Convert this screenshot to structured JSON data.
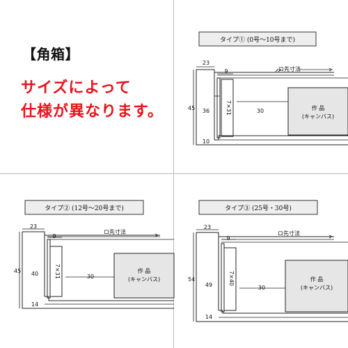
{
  "heading": {
    "title": "【角箱】",
    "line1": "サイズによって",
    "line2": "仕様が異なります。"
  },
  "panels": [
    {
      "id": "type1",
      "caption": "タイプ① (0号〜10号まで)",
      "labels": {
        "outer_width": "23",
        "inner_width": "9",
        "height": "45",
        "inner_height": "36",
        "spacer": "7×31",
        "gap": "30",
        "bottom": "10",
        "opening": "ロ先寸法",
        "artwork_line1": "作 品",
        "artwork_line2": "(キャンバス)"
      }
    },
    {
      "id": "type2",
      "caption": "タイプ② (12号〜20号まで)",
      "labels": {
        "outer_width": "23",
        "inner_width": "9",
        "height": "45",
        "inner_height": "40",
        "spacer": "7×31",
        "gap": "30",
        "bottom": "14",
        "opening": "ロ先寸法",
        "artwork_line1": "作 品",
        "artwork_line2": "(キャンバス)"
      }
    },
    {
      "id": "type3",
      "caption": "タイプ③ (25号・30号)",
      "labels": {
        "outer_width": "23",
        "inner_width": "9",
        "height": "54",
        "inner_height": "49",
        "spacer": "7×40",
        "gap": "30",
        "bottom": "14",
        "opening": "ロ先寸法",
        "artwork_line1": "作 品",
        "artwork_line2": "(キャンバス)"
      }
    }
  ],
  "colors": {
    "accent_red": "#e8141c",
    "artwork_fill": "#e6e6e6",
    "caption_fill": "#eeeeee"
  }
}
